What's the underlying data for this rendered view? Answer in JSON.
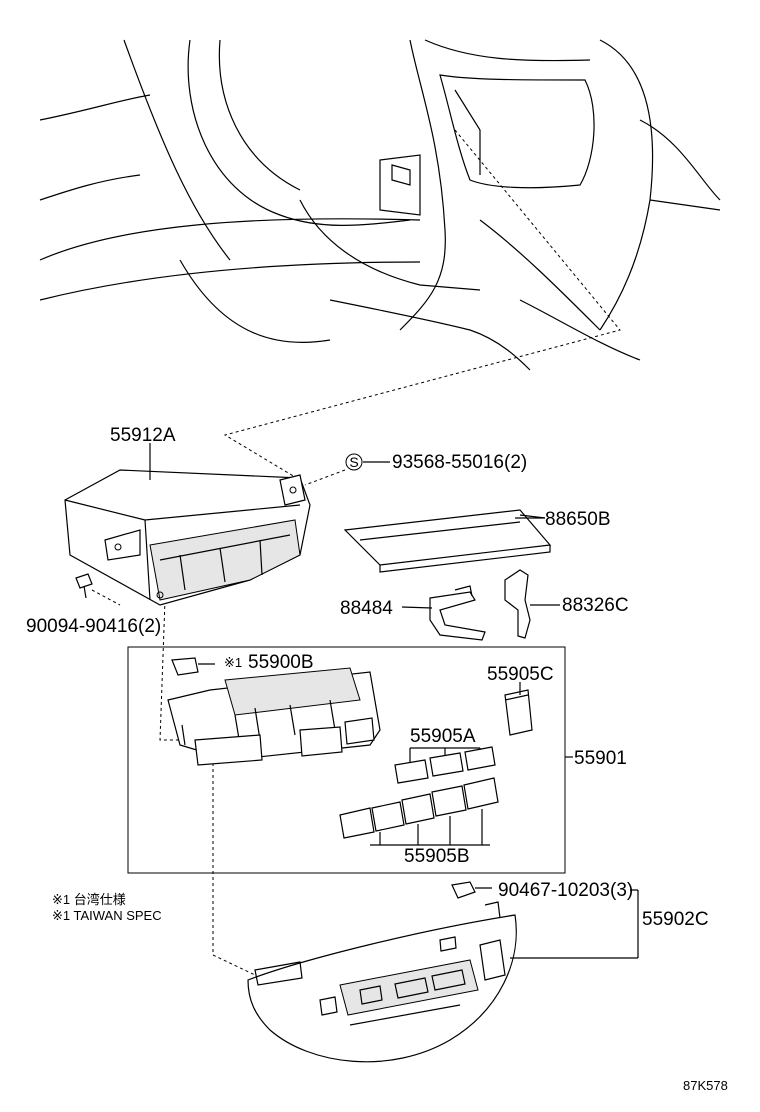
{
  "parts": {
    "p55912A": "55912A",
    "p93568": "93568-55016(2)",
    "p88650B": "88650B",
    "p88484": "88484",
    "p88326C": "88326C",
    "p90094": "90094-90416(2)",
    "p55900B": "55900B",
    "p55905C": "55905C",
    "p55905A": "55905A",
    "p55901": "55901",
    "p55905B": "55905B",
    "p90467": "90467-10203(3)",
    "p55902C": "55902C"
  },
  "marks": {
    "ref_mark": "※1",
    "s_symbol": "S"
  },
  "notes": {
    "line1": "※1 台湾仕様",
    "line2": "※1 TAIWAN SPEC"
  },
  "diagram_code": "87K578"
}
